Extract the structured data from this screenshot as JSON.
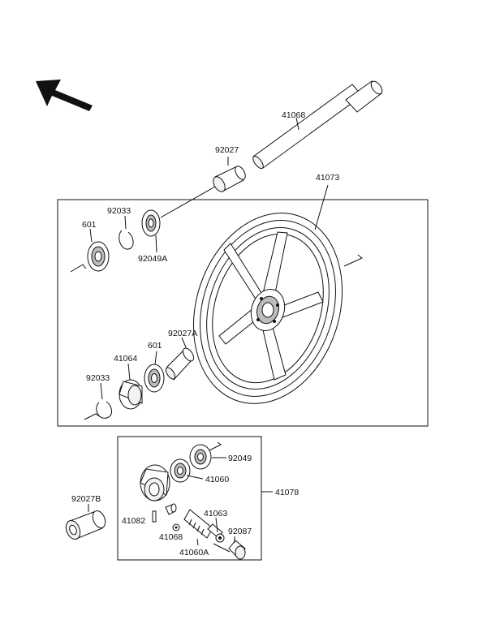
{
  "diagram": {
    "parts": {
      "p41068_top": "41068",
      "p92027": "92027",
      "p41073": "41073",
      "p92033_top": "92033",
      "p601_top": "601",
      "p92049A": "92049A",
      "p92027A": "92027A",
      "p601_mid": "601",
      "p41064": "41064",
      "p92033_mid": "92033",
      "p92049": "92049",
      "p41060": "41060",
      "p41078": "41078",
      "p92027B": "92027B",
      "p41063": "41063",
      "p41082": "41082",
      "p92087": "92087",
      "p41068_bot": "41068",
      "p41060A": "41060A"
    }
  }
}
